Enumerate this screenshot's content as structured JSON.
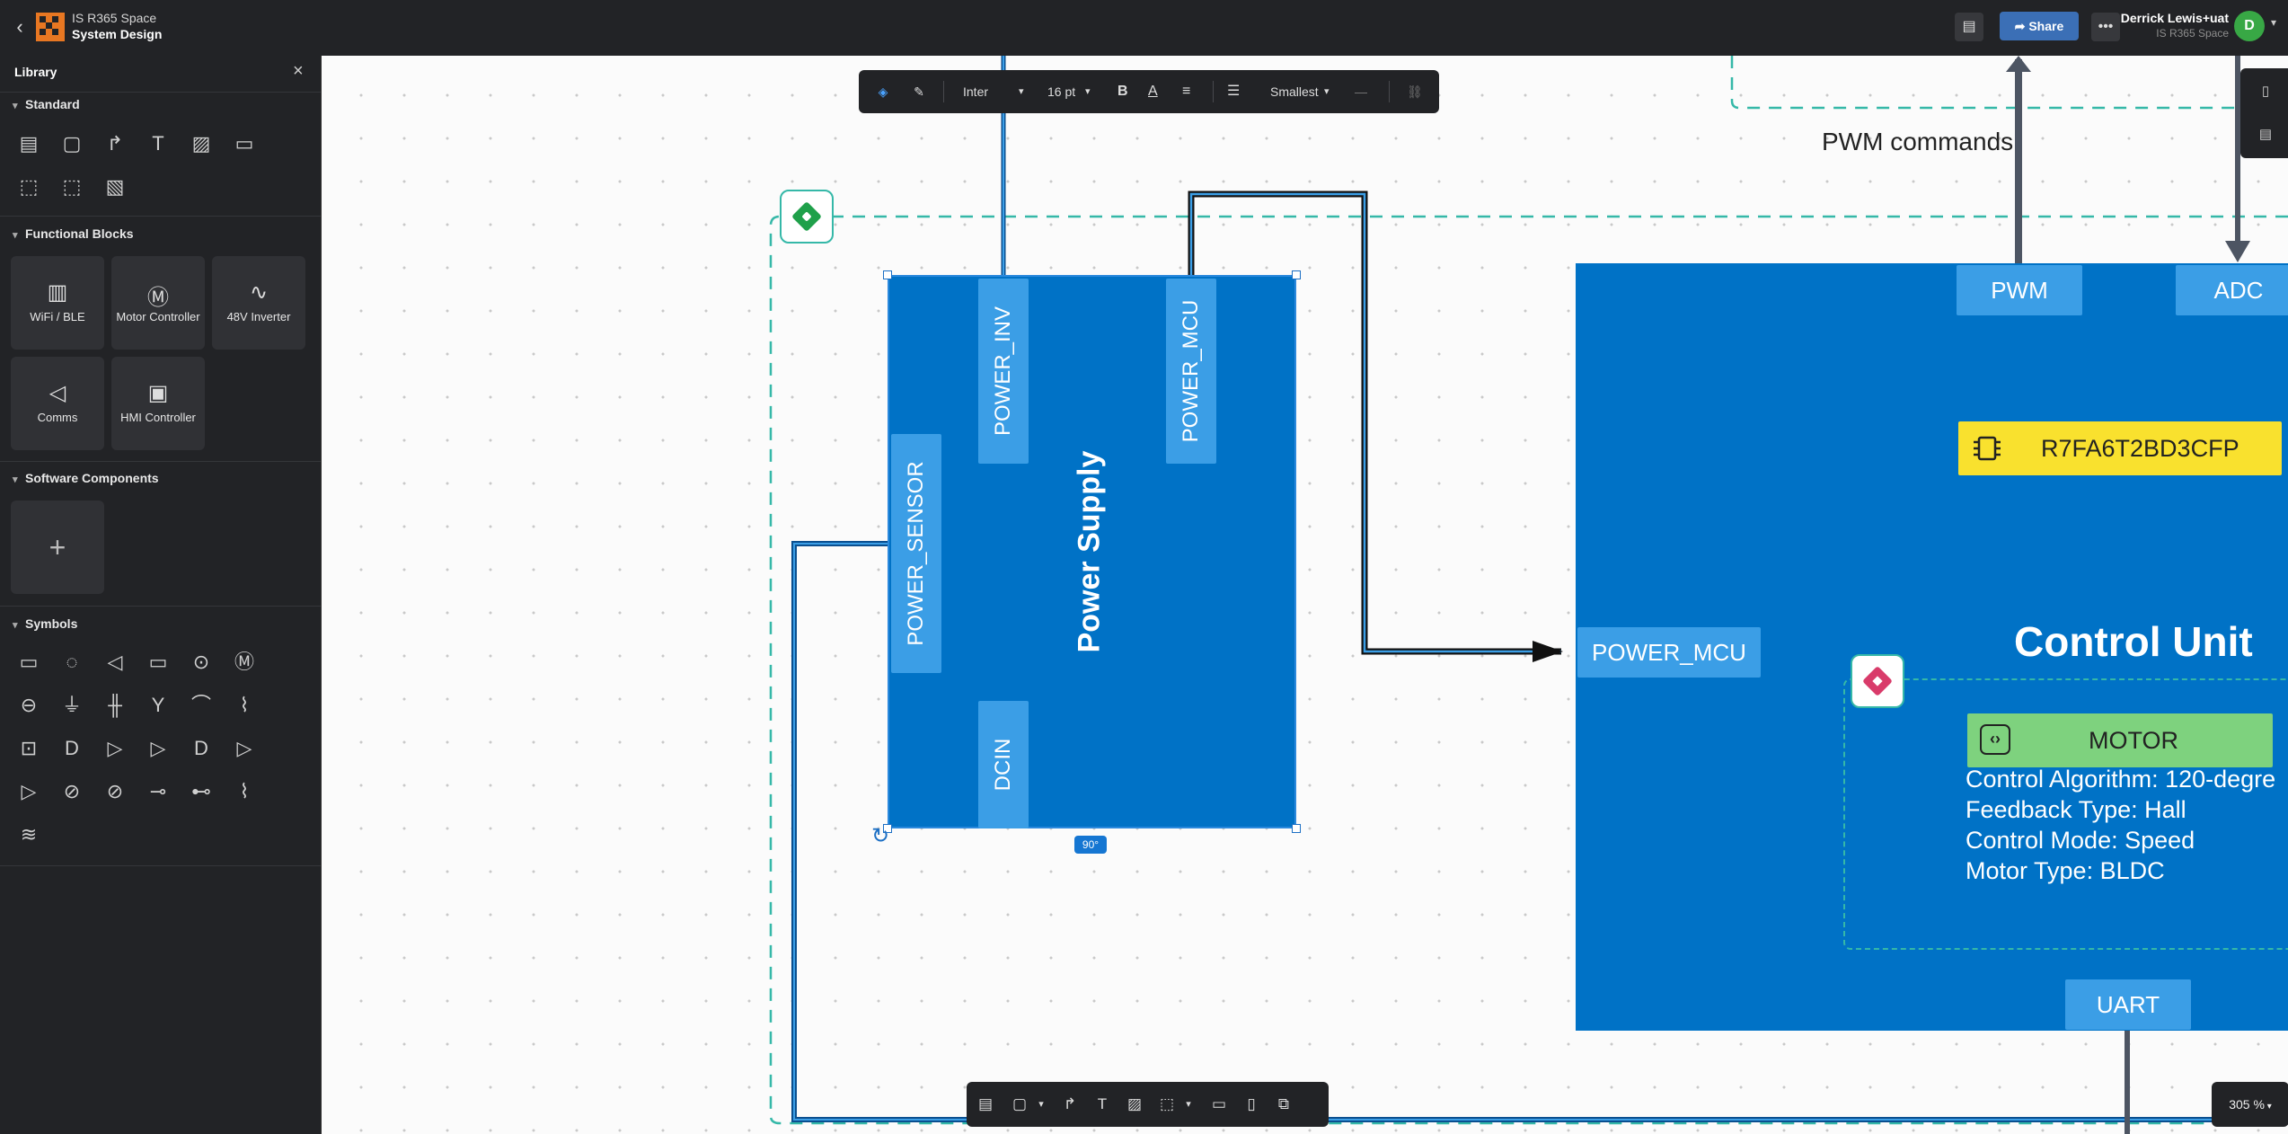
{
  "topbar": {
    "space": "IS R365 Space",
    "document": "System Design",
    "share_label": "Share",
    "user_name": "Derrick Lewis+uat",
    "user_space": "IS R365 Space",
    "avatar_initial": "D"
  },
  "library": {
    "title": "Library",
    "sections": {
      "standard": "Standard",
      "functional_blocks": "Functional Blocks",
      "software_components": "Software Components",
      "symbols": "Symbols"
    },
    "blocks": [
      "WiFi / BLE",
      "Motor Controller",
      "48V Inverter",
      "Comms",
      "HMI Controller"
    ]
  },
  "format_toolbar": {
    "font": "Inter",
    "font_size": "16 pt",
    "line_style": "Smallest"
  },
  "canvas": {
    "pwm_label": "PWM commands",
    "power_supply": {
      "title": "Power Supply",
      "ports": [
        "POWER_INV",
        "POWER_MCU",
        "POWER_SENSOR",
        "DCIN"
      ],
      "rotation_badge": "90°"
    },
    "control_unit": {
      "title": "Control Unit",
      "ports": {
        "pwm": "PWM",
        "adc": "ADC",
        "power_mcu": "POWER_MCU",
        "uart": "UART"
      },
      "chip": "R7FA6T2BD3CFP",
      "component": "MOTOR",
      "properties": [
        "Control Algorithm: 120-degre",
        "Feedback Type: Hall",
        "Control Mode: Speed",
        "Motor Type: BLDC"
      ]
    }
  },
  "zoom": "305 %",
  "colors": {
    "block": "#0072c6",
    "port": "#3b9ee6",
    "chip": "#f9e12e",
    "software": "#7ed27e",
    "group_border": "#35b8a8",
    "accent": "#3b6fb6"
  }
}
